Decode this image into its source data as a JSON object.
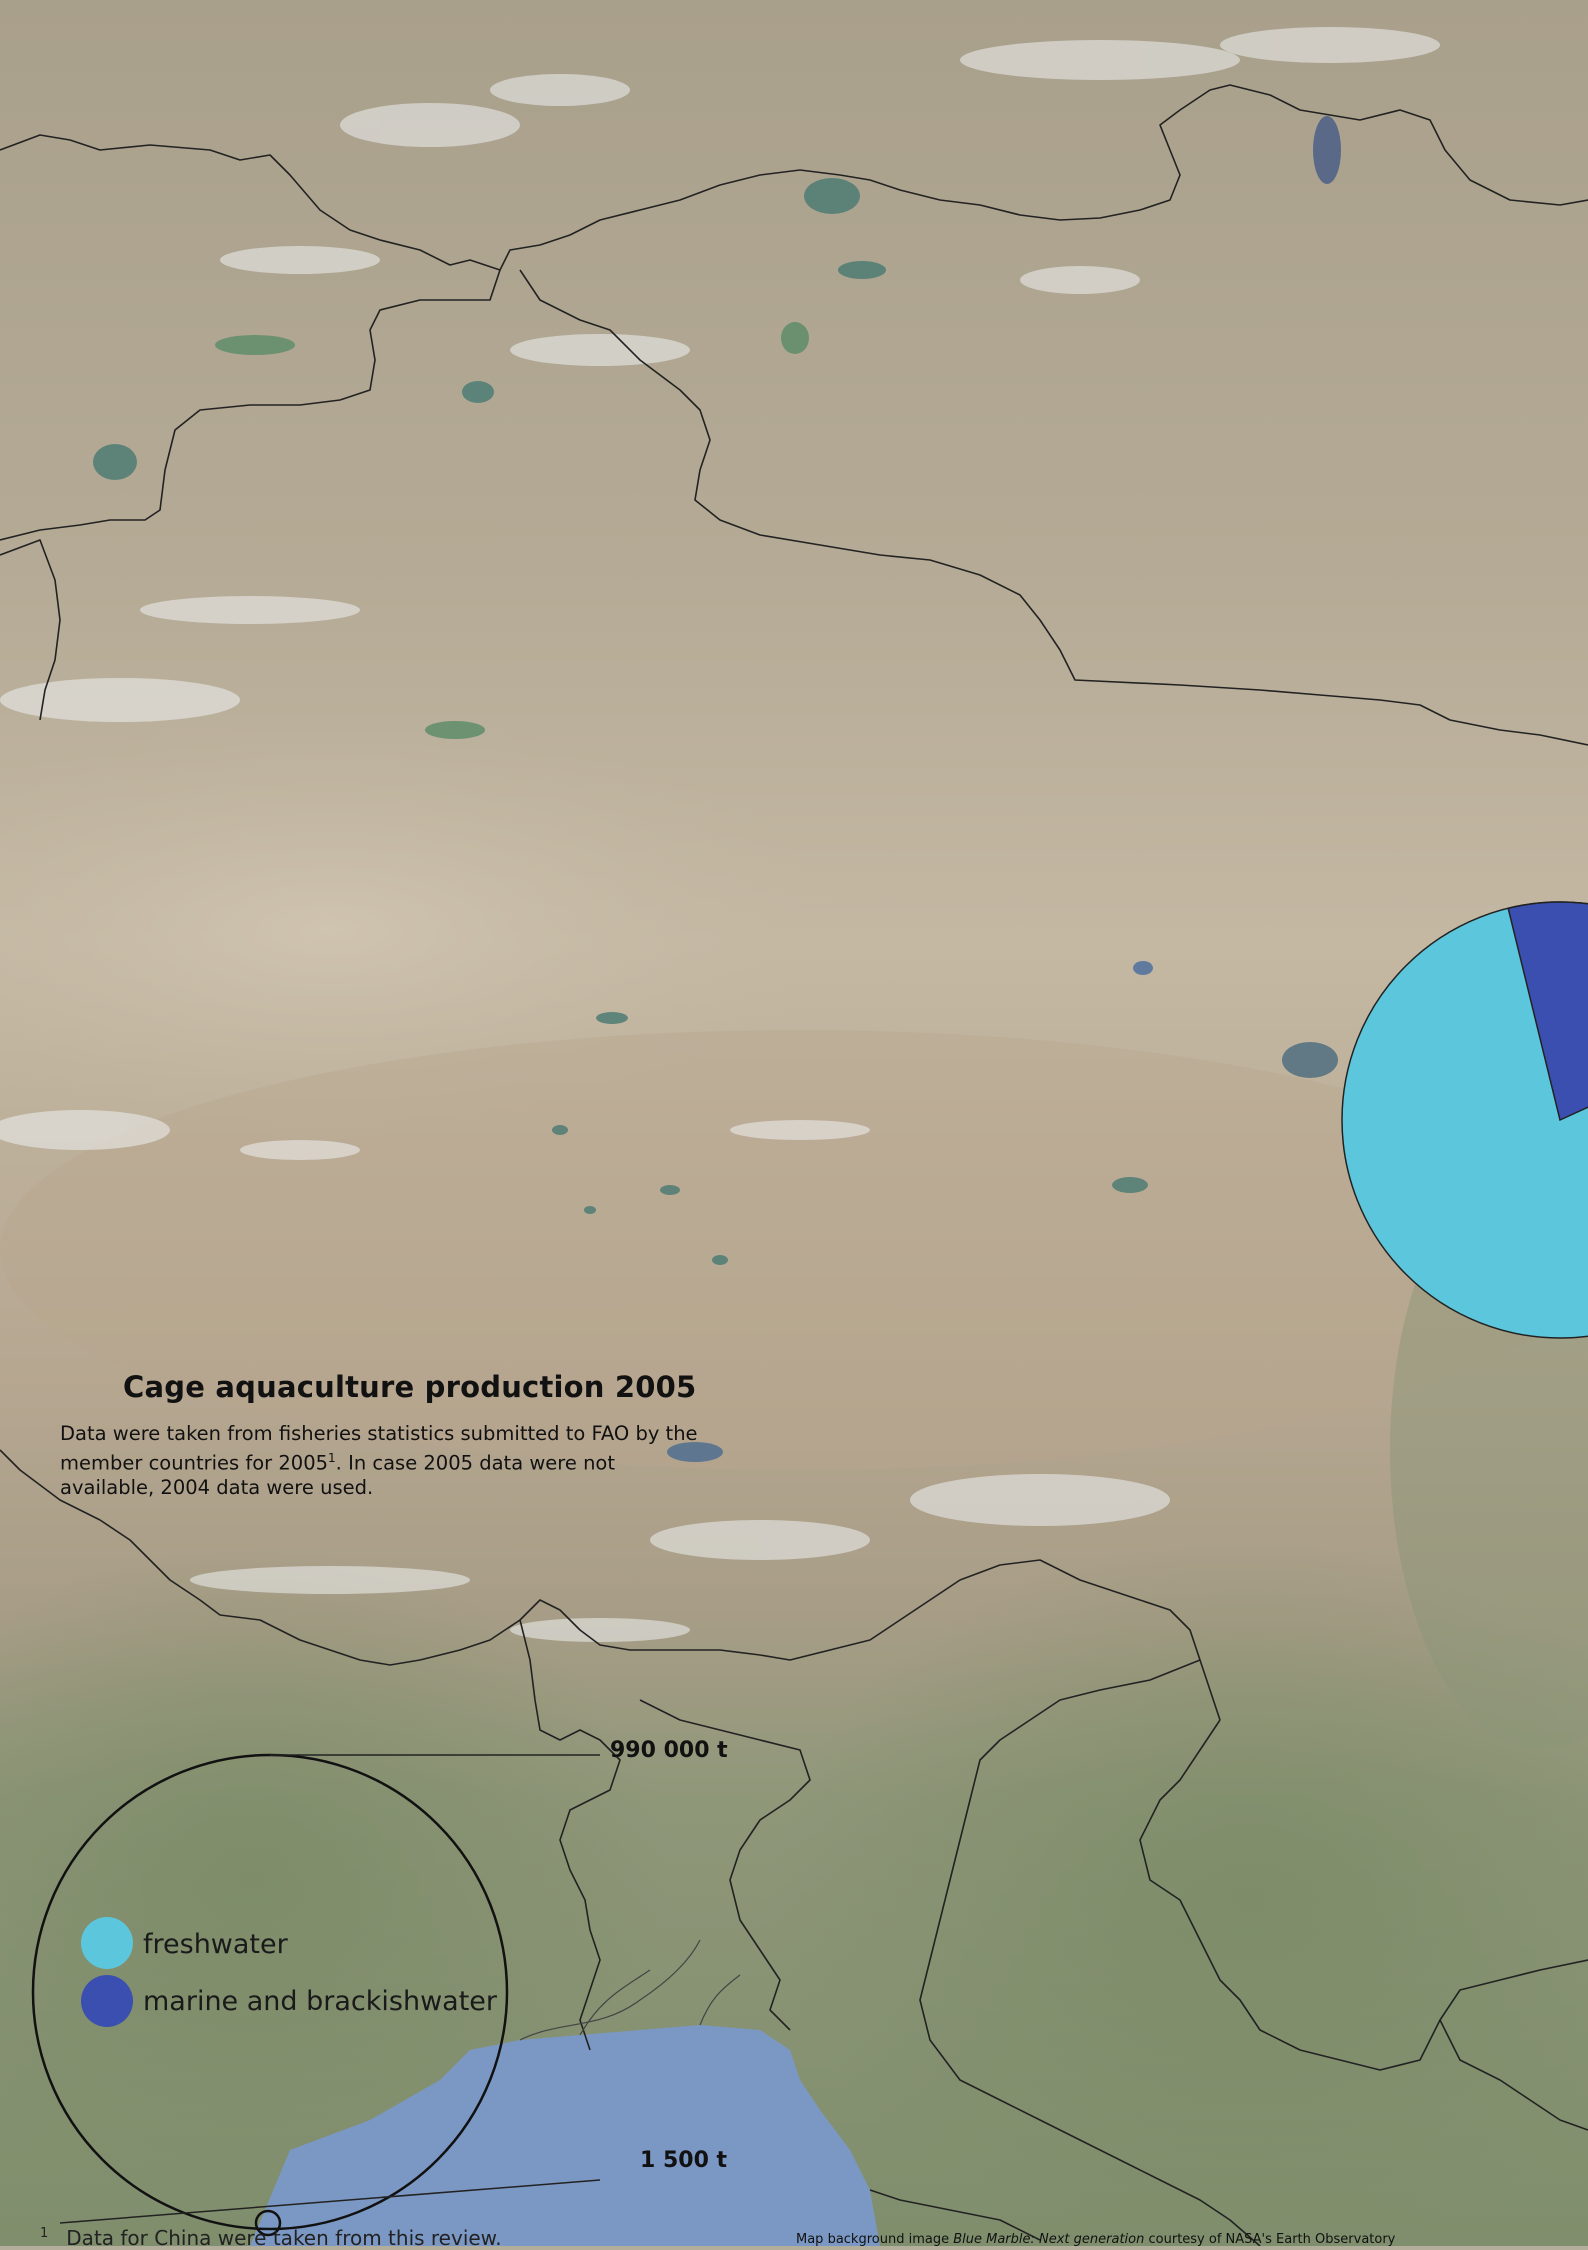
{
  "title": "Cage aquaculture production 2005",
  "description": {
    "part1": "Data were taken from fisheries statistics submitted to FAO by the member countries for 2005",
    "sup": "1",
    "part2": ". In case 2005 data were not available, 2004 data were used."
  },
  "legend": {
    "items": [
      {
        "label": "freshwater",
        "color": "#5bc6dc"
      },
      {
        "label": "marine and brackishwater",
        "color": "#3b4fb0"
      }
    ]
  },
  "scale": {
    "max_label": "990 000 t",
    "min_label": "1 500 t"
  },
  "pie": {
    "freshwater_fraction": 0.78,
    "marine_fraction": 0.22
  },
  "footnote": {
    "marker": "1",
    "text": "Data for China were taken from this review."
  },
  "credit": {
    "prefix": "Map background image ",
    "italic": "Blue Marble: Next generation",
    "suffix": " courtesy of NASA's Earth Observatory"
  },
  "colors": {
    "freshwater": "#5bc6dc",
    "marine": "#3b4fb0",
    "sea": "#7b98c4"
  }
}
